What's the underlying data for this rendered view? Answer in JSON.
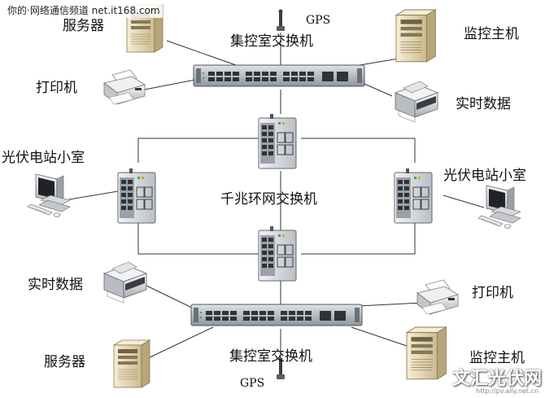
{
  "watermark_top": "你的·网络通信频道 net.it168.com",
  "watermark_corner": "文汇光伏网",
  "watermark_corner_url": "http://pv.ally.net.cn",
  "labels": {
    "gps_top": "GPS",
    "server_top": "服务器",
    "control_switch_top": "集控室交换机",
    "monitor_host_top": "监控主机",
    "printer_top": "打印机",
    "realtime_data_top": "实时数据",
    "pv_room_left": "光伏电站小室",
    "pv_room_right": "光伏电站小室",
    "ring_switch": "千兆环网交换机",
    "realtime_data_bottom": "实时数据",
    "printer_bottom": "打印机",
    "server_bottom": "服务器",
    "control_switch_bottom": "集控室交换机",
    "monitor_host_bottom": "监控主机",
    "gps_bottom": "GPS"
  },
  "colors": {
    "line": "#333333",
    "ring": "#444444",
    "rack_body": "#7d8590",
    "rack_face": "#c9ced6",
    "din_body": "#d9dde2",
    "tower": "#e8dcc0",
    "tower_dark": "#b9a97f"
  }
}
